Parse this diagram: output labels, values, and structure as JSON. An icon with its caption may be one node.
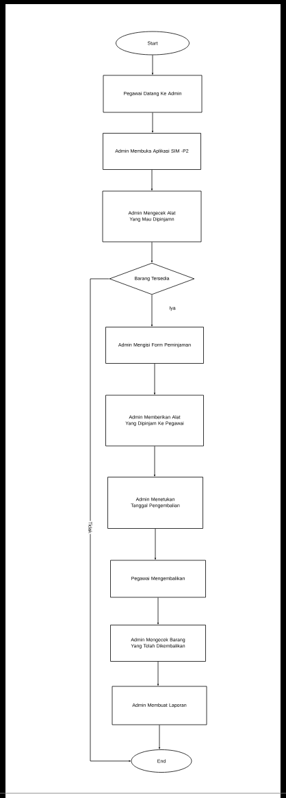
{
  "diagram": {
    "nodes": [
      {
        "text": [
          "Start"
        ]
      },
      {
        "text": [
          "Pegawai Datang Ke Admin"
        ]
      },
      {
        "text": [
          "Admin Membuka Aplikasi SIM -P2"
        ]
      },
      {
        "text": [
          "Admin Mengecek Alat Yang Mau Dipinjamn"
        ]
      },
      {
        "text": [
          "Barang Tersedia"
        ]
      },
      {
        "text": [
          "Admin Mengisi Form Peminjaman"
        ]
      },
      {
        "text": [
          "Admin Memberikan Alat Yang Dipinjam Ke Pegawai"
        ]
      },
      {
        "text": [
          "Admin Menetukan Tanggal Pengembalian"
        ]
      },
      {
        "text": [
          "Pegawai Mengembalikan"
        ]
      },
      {
        "text": [
          "Admin Mengecek Barang Yang Telah Dikembalikan"
        ]
      },
      {
        "text": [
          "Admin Membuat Laporan"
        ]
      },
      {
        "text": [
          "End"
        ]
      }
    ],
    "edges": [
      {
        "from": 0,
        "to": 1,
        "arrow": "to"
      },
      {
        "from": 1,
        "to": 2,
        "arrow": "to"
      },
      {
        "from": 2,
        "to": 3,
        "arrow": "to"
      },
      {
        "from": 3,
        "to": 4,
        "arrow": "to"
      },
      {
        "from": 4,
        "to": 5,
        "arrow": "to",
        "label": "Iya"
      },
      {
        "from": 5,
        "to": 6,
        "arrow": "to"
      },
      {
        "from": 6,
        "to": 7,
        "arrow": "to"
      },
      {
        "from": 7,
        "to": 8,
        "arrow": "to"
      },
      {
        "from": 8,
        "to": 9,
        "arrow": "to"
      },
      {
        "from": 9,
        "to": 10,
        "arrow": "to"
      },
      {
        "from": 10,
        "to": 11,
        "arrow": "to"
      },
      {
        "from": 4,
        "to": 11,
        "arrow": "to",
        "label": "Tidak"
      }
    ]
  }
}
